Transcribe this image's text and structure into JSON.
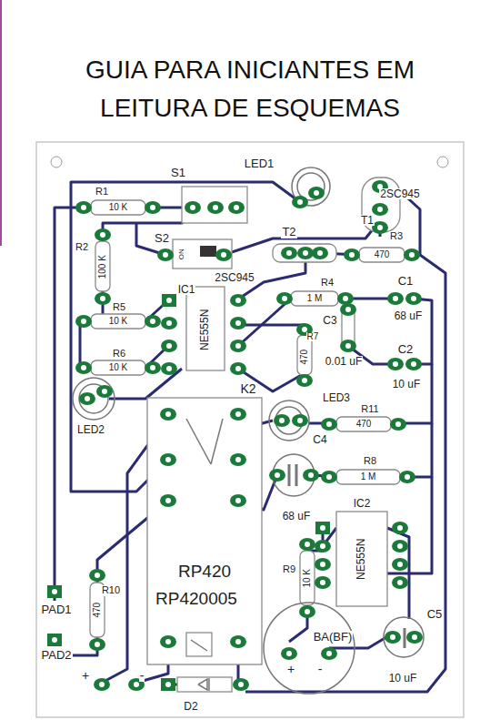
{
  "diagram": {
    "title": "GUIA PARA INICIANTES EM LEITURA DE ESQUEMAS",
    "labels": [
      "S1",
      "LED1",
      "2SC945",
      "R1",
      "10 K",
      "T1",
      "S2",
      "T2",
      "R2",
      "100 K",
      "ON",
      "IC1",
      "2SC945",
      "R3",
      "470",
      "R4",
      "1 M",
      "C1",
      "R5",
      "10 K",
      "NE555N",
      "68 uF",
      "C3",
      "R7",
      "470",
      "0.01 uF",
      "R6",
      "10 K",
      "C2",
      "10 uF",
      "K2",
      "LED2",
      "LED3",
      "R11",
      "470",
      "C4",
      "R8",
      "1 M",
      "68 uF",
      "IC2",
      "NE555N",
      "RP420",
      "RP420005",
      "R9",
      "10 K",
      "R10",
      "470",
      "PAD1",
      "BA(BF)",
      "+",
      "-",
      "C5",
      "PAD2",
      "+",
      "-",
      "10 uF",
      "D2"
    ]
  }
}
